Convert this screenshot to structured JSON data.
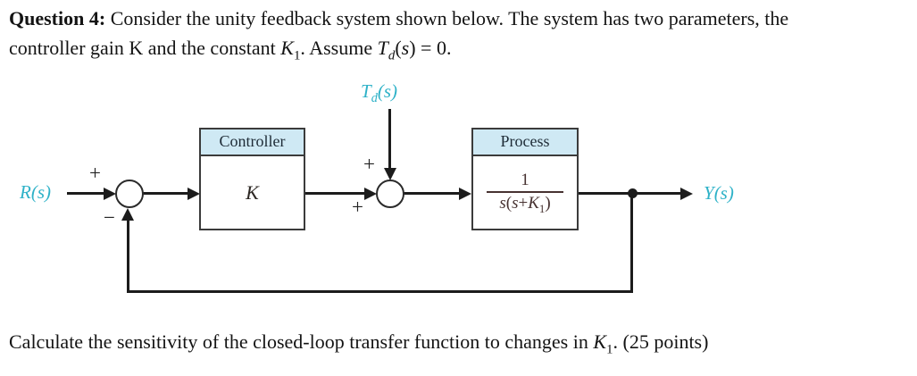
{
  "question": {
    "line1_segments": [
      {
        "t": "Question 4: ",
        "b": true
      },
      {
        "t": "Consider the unity feedback system shown below. The system has two parameters, the"
      }
    ],
    "line2_segments": [
      {
        "t": "controller gain K and the constant "
      },
      {
        "t": "K",
        "i": true
      },
      {
        "t": "1",
        "sub": true
      },
      {
        "t": ". Assume "
      },
      {
        "t": "T",
        "i": true
      },
      {
        "t": "d",
        "i": true,
        "sub": true
      },
      {
        "t": "("
      },
      {
        "t": "s",
        "i": true
      },
      {
        "t": ") = 0."
      }
    ]
  },
  "diagram": {
    "input_label_segments": [
      {
        "t": "R",
        "i": true
      },
      {
        "t": "(s)",
        "i": true
      }
    ],
    "disturbance_label_segments": [
      {
        "t": "T",
        "i": true
      },
      {
        "t": "d",
        "i": true,
        "sub": true
      },
      {
        "t": "(s)",
        "i": true
      }
    ],
    "output_label_segments": [
      {
        "t": "Y",
        "i": true
      },
      {
        "t": "(s)",
        "i": true
      }
    ],
    "sum1": {
      "plus": "+",
      "minus": "−"
    },
    "sum2": {
      "plus_top": "+",
      "plus_bottom": "+"
    },
    "controller": {
      "title": "Controller",
      "gain": "K"
    },
    "process": {
      "title": "Process",
      "numerator": "1",
      "denominator_segments": [
        {
          "t": "s",
          "i": true
        },
        {
          "t": "("
        },
        {
          "t": "s",
          "i": true
        },
        {
          "t": "+"
        },
        {
          "t": "K",
          "i": true
        },
        {
          "t": "1",
          "sub": true
        },
        {
          "t": ")"
        }
      ]
    },
    "colors": {
      "signal_label": "#2fb2c8",
      "line": "#1c1c1c",
      "block_header_bg": "#cfe9f4",
      "block_border": "#3b3b3b",
      "process_math": "#473231"
    }
  },
  "task": {
    "line_segments": [
      {
        "t": "Calculate the sensitivity of the closed-loop transfer function to changes in "
      },
      {
        "t": "K",
        "i": true
      },
      {
        "t": "1",
        "sub": true
      },
      {
        "t": ". (25 points)"
      }
    ]
  }
}
